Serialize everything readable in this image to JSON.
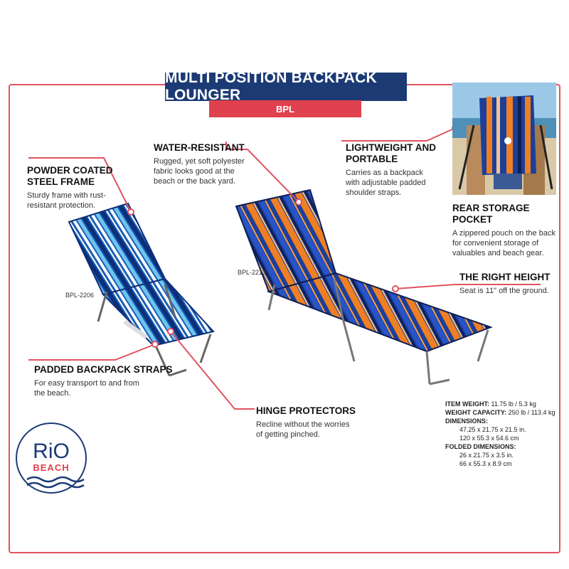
{
  "header": {
    "title": "MULTI POSITION BACKPACK LOUNGER",
    "subtitle": "BPL"
  },
  "callouts": {
    "powder": {
      "title_l1": "POWDER COATED",
      "title_l2": "STEEL FRAME",
      "desc_l1": "Sturdy frame with rust-",
      "desc_l2": "resistant protection."
    },
    "water": {
      "title": "WATER-RESISTANT",
      "desc_l1": "Rugged, yet soft polyester",
      "desc_l2": "fabric looks good at the",
      "desc_l3": "beach or the back yard."
    },
    "light": {
      "title_l1": "LIGHTWEIGHT AND",
      "title_l2": "PORTABLE",
      "desc_l1": "Carries as a backpack",
      "desc_l2": "with adjustable padded",
      "desc_l3": "shoulder straps."
    },
    "storage": {
      "title": "REAR STORAGE POCKET",
      "desc_l1": "A zippered pouch on the back",
      "desc_l2": "for convenient storage of",
      "desc_l3": "valuables and beach gear."
    },
    "height": {
      "title": "THE RIGHT HEIGHT",
      "desc": "Seat is 11\" off the ground."
    },
    "straps": {
      "title": "PADDED BACKPACK STRAPS",
      "desc_l1": "For easy transport to and from",
      "desc_l2": "the beach."
    },
    "hinge": {
      "title": "HINGE PROTECTORS",
      "desc_l1": "Recline without the worries",
      "desc_l2": "of getting pinched."
    }
  },
  "models": {
    "left": "BPL-2206",
    "right": "BPL-2213"
  },
  "specs": {
    "weight_label": "ITEM WEIGHT:",
    "weight_value": " 11.75 lb / 5.3 kg",
    "capacity_label": "WEIGHT CAPACITY:",
    "capacity_value": " 250 lb / 113.4 kg",
    "dim_label": "DIMENSIONS:",
    "dim_in": "47.25 x 21.75 x 21.5 in.",
    "dim_cm": "120 x 55.3 x 54.6 cm",
    "folded_label": "FOLDED DIMENSIONS:",
    "folded_in": "26 x 21.75 x 3.5 in.",
    "folded_cm": "66 x 55.3 x 8.9 cm"
  },
  "logo": {
    "brand_top": "RiO",
    "brand_bottom": "BEACH"
  },
  "colors": {
    "navy": "#1c3b74",
    "red": "#e0414e",
    "accent_line": "#e0535f"
  }
}
